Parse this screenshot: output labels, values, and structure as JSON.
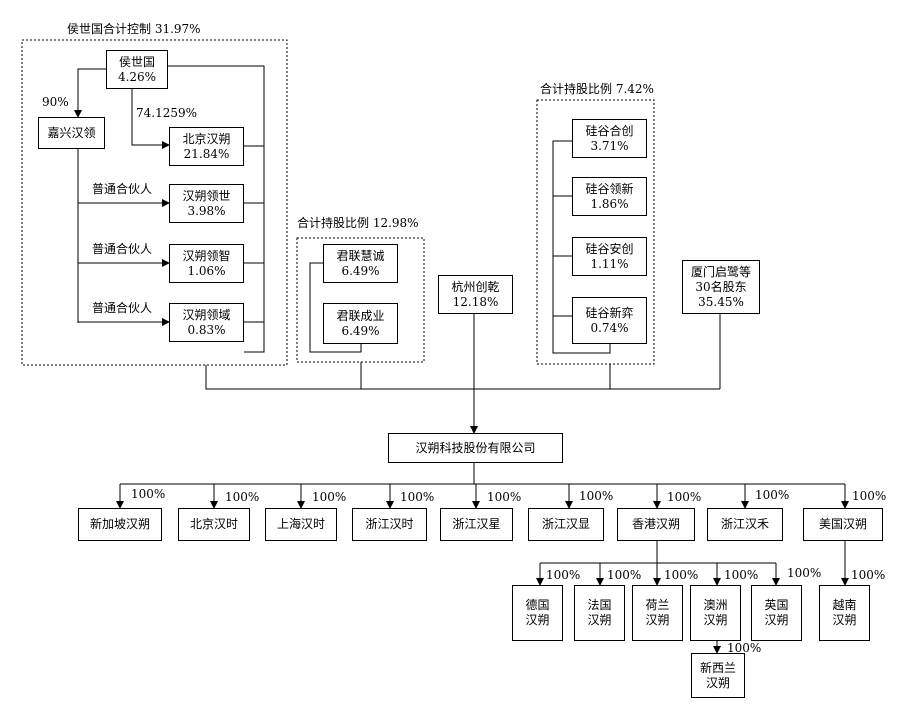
{
  "groups": {
    "hou_group": "侯世国合计控制 31.97%",
    "junlian_group": "合计持股比例 12.98%",
    "guigu_group": "合计持股比例 7.42%"
  },
  "shareholders": {
    "hou": {
      "name": "侯世国",
      "pct": "4.26%"
    },
    "jiaxing": {
      "name": "嘉兴汉领"
    },
    "bjhs": {
      "name": "北京汉朔",
      "pct": "21.84%"
    },
    "lingshi": {
      "name": "汉朔领世",
      "pct": "3.98%"
    },
    "lingzhi": {
      "name": "汉朔领智",
      "pct": "1.06%"
    },
    "lingyu": {
      "name": "汉朔领域",
      "pct": "0.83%"
    },
    "jlhc": {
      "name": "君联慧诚",
      "pct": "6.49%"
    },
    "jlcy": {
      "name": "君联成业",
      "pct": "6.49%"
    },
    "hzcq": {
      "name": "杭州创乾",
      "pct": "12.18%"
    },
    "gghc": {
      "name": "硅谷合创",
      "pct": "3.71%"
    },
    "gglx": {
      "name": "硅谷领新",
      "pct": "1.86%"
    },
    "ggac": {
      "name": "硅谷安创",
      "pct": "1.11%"
    },
    "ggxy": {
      "name": "硅谷新弈",
      "pct": "0.74%"
    },
    "xmqj": {
      "line1": "厦门启鹭等",
      "line2": "30名股东",
      "pct": "35.45%"
    }
  },
  "edge_labels": {
    "hou_to_jiaxing": "90%",
    "hou_to_bjhs": "74.1259%",
    "gp1": "普通合伙人",
    "gp2": "普通合伙人",
    "gp3": "普通合伙人"
  },
  "company": {
    "name": "汉朔科技股份有限公司"
  },
  "subsidiaries": [
    {
      "name": "新加坡汉朔",
      "pct": "100%"
    },
    {
      "name": "北京汉时",
      "pct": "100%"
    },
    {
      "name": "上海汉时",
      "pct": "100%"
    },
    {
      "name": "浙江汉时",
      "pct": "100%"
    },
    {
      "name": "浙江汉星",
      "pct": "100%"
    },
    {
      "name": "浙江汉显",
      "pct": "100%"
    },
    {
      "name": "香港汉朔",
      "pct": "100%"
    },
    {
      "name": "浙江汉禾",
      "pct": "100%"
    },
    {
      "name": "美国汉朔",
      "pct": "100%"
    }
  ],
  "hk_subsidiaries": [
    {
      "l1": "德国",
      "l2": "汉朔",
      "pct": "100%"
    },
    {
      "l1": "法国",
      "l2": "汉朔",
      "pct": "100%"
    },
    {
      "l1": "荷兰",
      "l2": "汉朔",
      "pct": "100%"
    },
    {
      "l1": "澳洲",
      "l2": "汉朔",
      "pct": "100%"
    },
    {
      "l1": "英国",
      "l2": "汉朔",
      "pct": "100%"
    }
  ],
  "us_subsidiary": {
    "l1": "越南",
    "l2": "汉朔",
    "pct": "100%"
  },
  "au_subsidiary": {
    "l1": "新西兰",
    "l2": "汉朔",
    "pct": "100%"
  }
}
